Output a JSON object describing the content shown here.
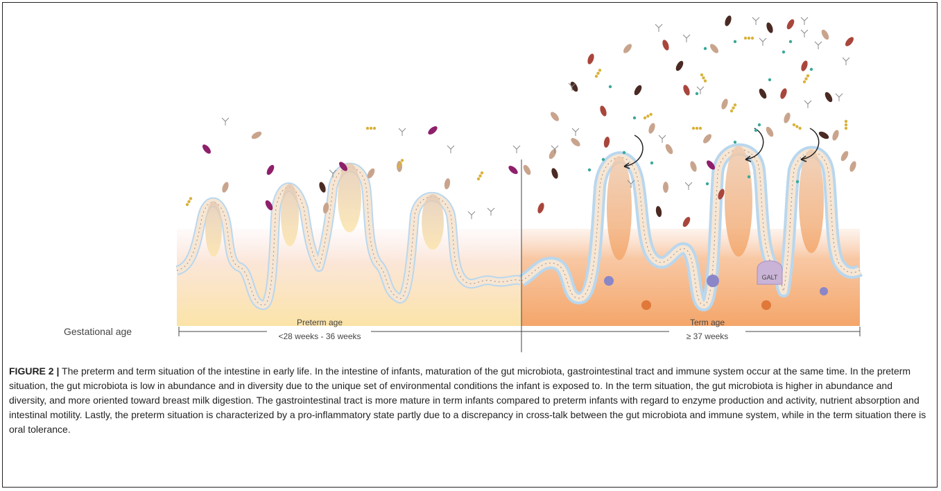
{
  "figure": {
    "axis_label": "Gestational age",
    "preterm": {
      "title": "Preterm age",
      "range": "<28 weeks - 36 weeks"
    },
    "term": {
      "title": "Term age",
      "range": "≥ 37 weeks"
    },
    "galt_label": "GALT"
  },
  "caption": {
    "label": "FIGURE 2 |",
    "text": " The preterm and term situation of the intestine in early life. In the intestine of infants, maturation of the gut microbiota, gastrointestinal tract and immune system occur at the same time. In the preterm situation, the gut microbiota is low in abundance and in diversity due to the unique set of environmental conditions the infant is exposed to. In the term situation, the gut microbiota is higher in abundance and diversity, and more oriented toward breast milk digestion. The gastrointestinal tract is more mature in term infants compared to preterm infants with regard to enzyme production and activity, nutrient absorption and intestinal motility. Lastly, the preterm situation is characterized by a pro-inflammatory state partly due to a discrepancy in cross-talk between the gut microbiota and immune system, while in the term situation there is oral tolerance."
  },
  "colors": {
    "preterm_tissue": "#fbe3a8",
    "term_tissue": "#f4a66a",
    "mucus": "#b9d7ee",
    "epithelium": "#f6e6d4",
    "bacteria_purple": "#8e1f6b",
    "bacteria_tan": "#c9a48d",
    "bacteria_brown": "#4a2a22",
    "bacteria_red": "#a9463c",
    "chain_yellow": "#d9b23a",
    "teal_dot": "#3aa898",
    "immune_cell": "#8a86c8",
    "orange_cell": "#e0783a"
  }
}
